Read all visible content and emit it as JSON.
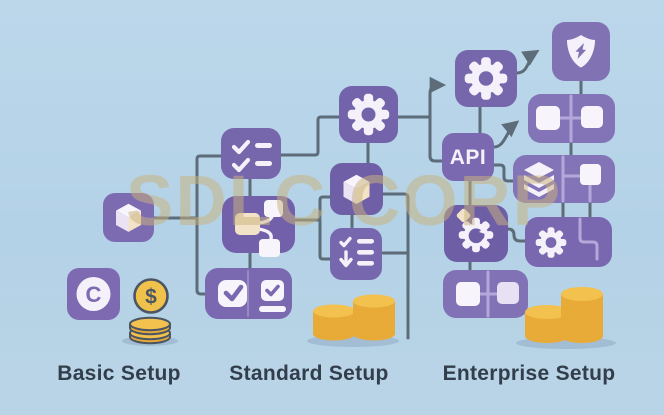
{
  "watermark_text": "SDLC CORP",
  "sections": {
    "basic": {
      "label": "Basic Setup"
    },
    "standard": {
      "label": "Standard Setup"
    },
    "enterprise": {
      "label": "Enterprise Setup"
    }
  },
  "tile_texts": {
    "api": "API",
    "currency_letter": "C",
    "dollar_symbol": "$"
  },
  "icons": [
    "checklist-icon",
    "gear-icon",
    "shield-check-icon",
    "linked-squares-icon",
    "api-tile",
    "layers-icon",
    "cube-icon",
    "flowchart-branch-icon",
    "sorted-list-icon",
    "sync-gear-icon",
    "checkbox-icon",
    "checkbox-report-icon",
    "currency-coin-icon",
    "dollar-coin-icon",
    "coin-stack-icon"
  ],
  "coins": {
    "basic_stack_coins": 2,
    "standard_stacks_coins": [
      3,
      4
    ],
    "enterprise_stacks_coins": [
      3,
      5
    ]
  },
  "colors": {
    "background": "#b4d2e7",
    "tile_purple": "#7667ad",
    "tile_purple_light": "#8374b7",
    "icon_white": "#f4f1fa",
    "icon_cream": "#f2e3c8",
    "connector_gray": "#5d6c79",
    "inner_line_lavender": "#b4a8da",
    "coin_body": "#e8ab38",
    "coin_top": "#f3c14e",
    "coin_outline": "#4b5563",
    "label_text": "#333e4c",
    "watermark_tan": "#cab37c"
  }
}
